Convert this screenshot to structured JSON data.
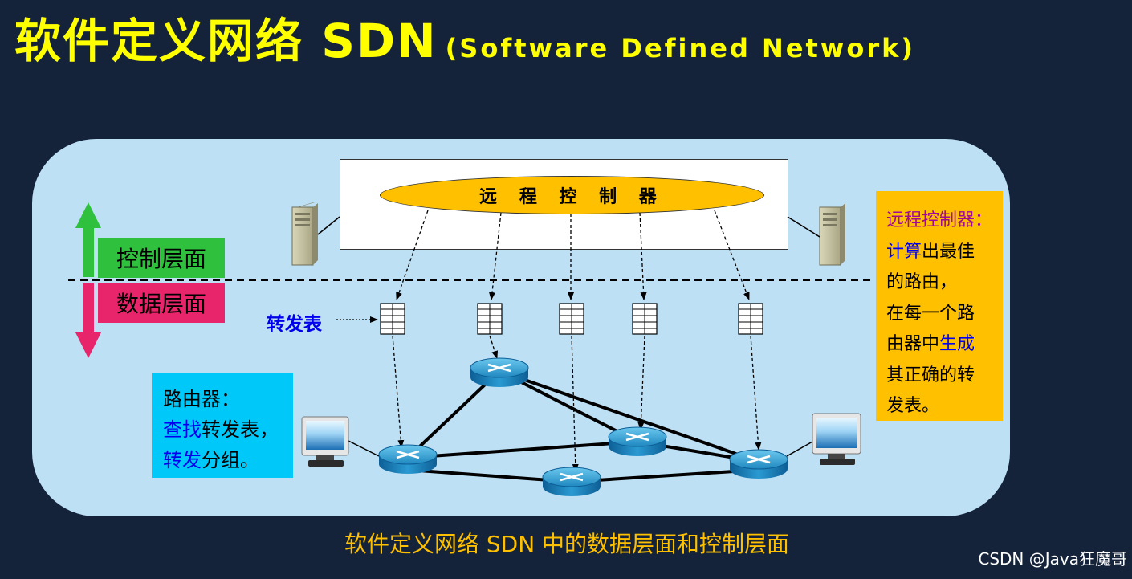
{
  "title": {
    "main": "软件定义网络 SDN",
    "sub": "(Software Defined Network)"
  },
  "controller": {
    "label": "远 程 控 制 器"
  },
  "layers": {
    "control": "控制层面",
    "data": "数据层面"
  },
  "forwarding_table_label": "转发表",
  "router_note": {
    "line1": "路由器：",
    "line2_highlight": "查找",
    "line2_rest": "转发表，",
    "line3_highlight": "转发",
    "line3_rest": "分组。"
  },
  "controller_note": {
    "line1": "远程控制器：",
    "line2_highlight": "计算",
    "line2_rest": "出最佳",
    "line3": "的路由，",
    "line4": "在每一个路",
    "line5_pre": "由器中",
    "line5_highlight": "生成",
    "line6": "其正确的转",
    "line7": "发表。"
  },
  "caption": "软件定义网络 SDN 中的数据层面和控制层面",
  "watermark": "CSDN @Java狂魔哥",
  "colors": {
    "background": "#14233a",
    "title": "#ffff00",
    "panel": "#bde0f5",
    "controller": "#ffc000",
    "control_layer": "#2fc03e",
    "data_layer": "#e8246a",
    "router_note": "#00c8f8",
    "caption": "#ffc000"
  }
}
